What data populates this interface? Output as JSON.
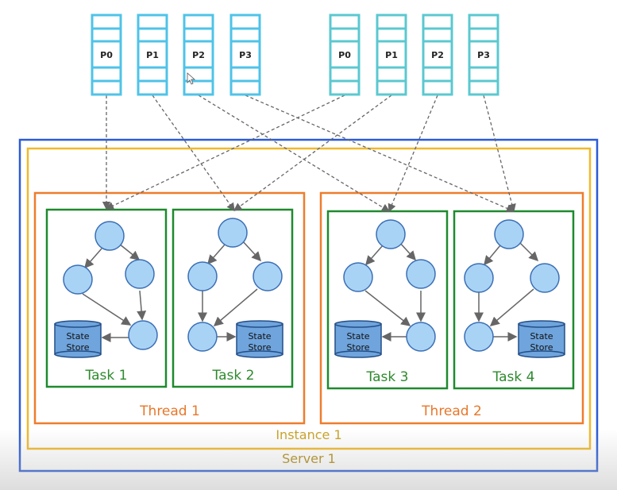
{
  "server": {
    "label": "Server 1"
  },
  "instance": {
    "label": "Instance 1"
  },
  "topics": [
    {
      "partitions": [
        "P0",
        "P1",
        "P2",
        "P3"
      ],
      "color": "#4fc3e8"
    },
    {
      "partitions": [
        "P0",
        "P1",
        "P2",
        "P3"
      ],
      "color": "#5bc8d0"
    }
  ],
  "threads": [
    {
      "label": "Thread 1",
      "tasks": [
        {
          "label": "Task 1",
          "store": [
            "State",
            "Store"
          ]
        },
        {
          "label": "Task 2",
          "store": [
            "State",
            "Store"
          ]
        }
      ]
    },
    {
      "label": "Thread 2",
      "tasks": [
        {
          "label": "Task 3",
          "store": [
            "State",
            "Store"
          ]
        },
        {
          "label": "Task 4",
          "store": [
            "State",
            "Store"
          ]
        }
      ]
    }
  ],
  "colors": {
    "server_border": "#2a5bd7",
    "instance_border": "#f0b92c",
    "thread_border": "#ee7d2b",
    "task_border": "#1e8a2e",
    "node_fill": "#a9d3f5",
    "node_stroke": "#3b6fb5",
    "store_fill": "#6fa4dc",
    "arrow": "#666666"
  }
}
